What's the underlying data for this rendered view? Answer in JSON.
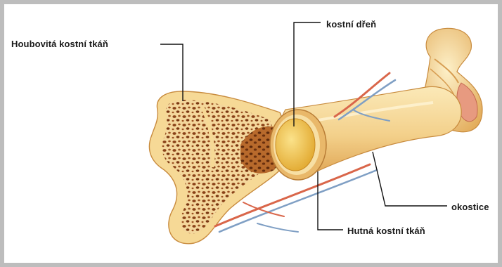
{
  "labels": {
    "spongy_bone": "Houbovitá kostní tkáň",
    "bone_marrow": "kostní dřeň",
    "periosteum": "okostice",
    "compact_bone": "Hutná kostní tkáň"
  },
  "colors": {
    "frame": "#bdbdbd",
    "bone_light": "#fbe8b6",
    "bone_mid": "#f0c97c",
    "bone_dark": "#d99e48",
    "spongy_pore": "#8a4218",
    "marrow": "#f2c23a",
    "artery": "#d9664a",
    "vein": "#7f9fc4",
    "leader": "#111111"
  },
  "icons": [
    "bone-illustration"
  ]
}
